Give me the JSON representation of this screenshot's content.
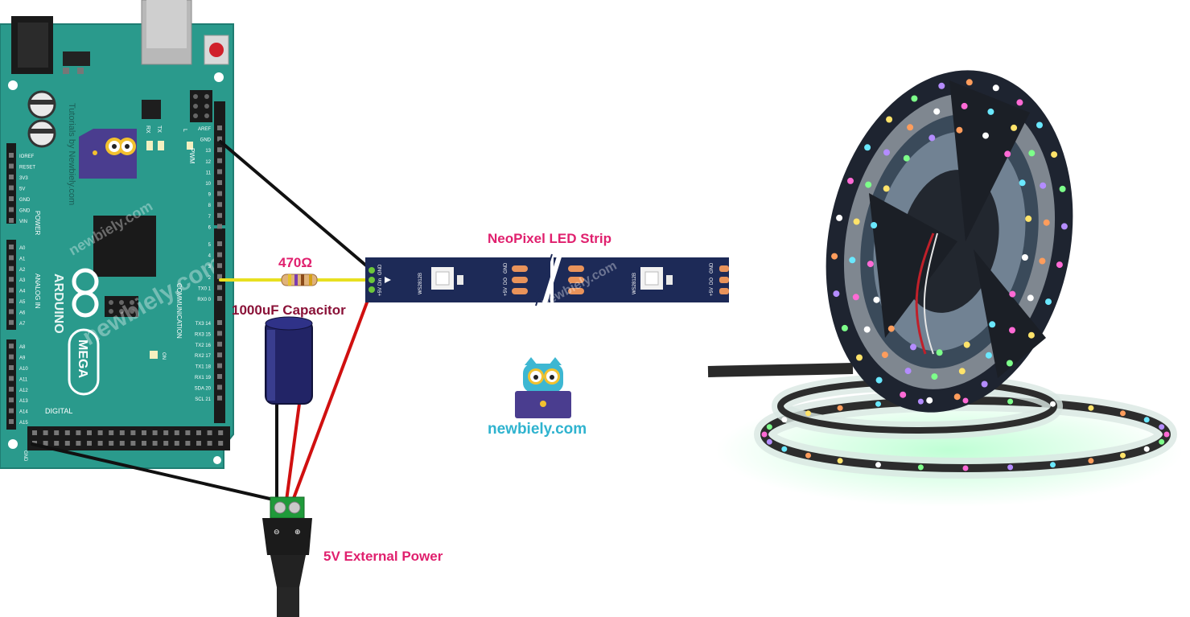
{
  "labels": {
    "strip_title": "NeoPixel LED Strip",
    "resistor": "470Ω",
    "capacitor": "1000uF Capacitor",
    "power": "5V External Power",
    "brand": "newbiely.com"
  },
  "board": {
    "tutorials_text": "Tutorials by Newbiely.com",
    "watermark": "newbiely.com",
    "arduino_text": "ARDUINO",
    "mega_text": "MEGA",
    "digital_text": "DIGITAL",
    "power_header": "POWER",
    "analog_header": "ANALOG IN",
    "pwm_header": "PWM",
    "comm_header": "COMMUNICATION",
    "on_label": "ON",
    "rx_label": "RX",
    "tx_label": "TX",
    "l_label": "L",
    "power_pins": [
      "IOREF",
      "RESET",
      "3V3",
      "5V",
      "GND",
      "GND",
      "VIN"
    ],
    "analog_pins": [
      "A0",
      "A1",
      "A2",
      "A3",
      "A4",
      "A5",
      "A6",
      "A7",
      "A8",
      "A9",
      "A10",
      "A11",
      "A12",
      "A13",
      "A14",
      "A15"
    ],
    "pwm_pins": [
      "AREF",
      "GND",
      "13",
      "12",
      "11",
      "10",
      "9",
      "8",
      "7",
      "6",
      "5",
      "4",
      "3",
      "2",
      "TX0 1",
      "RX0 0"
    ],
    "comm_pins": [
      "TX3 14",
      "RX3 15",
      "TX2 16",
      "RX2 17",
      "TX1 18",
      "RX1 19",
      "SDA 20",
      "SCL 21"
    ],
    "bottom_gnd": "GND"
  },
  "strip": {
    "chip_label": "WS2812B",
    "in_pins": [
      "GND",
      "Din",
      "+5V"
    ],
    "out_pins": [
      "GND",
      "DO",
      "+5V"
    ]
  },
  "colors": {
    "board": "#2a9a8c",
    "strip": "#1d2a57",
    "accent": "#e0206e",
    "wire_black": "#111111",
    "wire_red": "#d01010",
    "wire_yellow": "#e8e020",
    "brand": "#2fb3cf"
  }
}
